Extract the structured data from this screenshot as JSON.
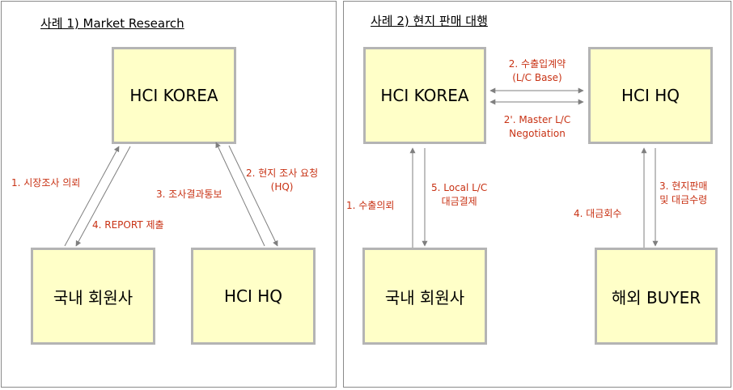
{
  "case1": {
    "title": "사례 1) Market Research",
    "box_hci_korea": "HCI KOREA",
    "box_member": "국내 회원사",
    "box_hci_hq": "HCI HQ",
    "label_request": "1.  시장조사 의뢰",
    "label_report": "4. REPORT 제출",
    "label_notify": "3. 조사결과통보",
    "label_local_survey_1": "2. 현지 조사 요청",
    "label_local_survey_2": "(HQ)"
  },
  "case2": {
    "title": "사례 2) 현지 판매 대행",
    "box_hci_korea": "HCI KOREA",
    "box_hci_hq": "HCI HQ",
    "box_member": "국내 회원사",
    "box_buyer": "해외 BUYER",
    "label_contract_1": "2. 수출입계약",
    "label_contract_2": "(L/C Base)",
    "label_master_1": "2'. Master L/C",
    "label_master_2": "Negotiation",
    "label_export_request": "1.  수출의뢰",
    "label_local_lc_1": "5. Local L/C",
    "label_local_lc_2": "대금결제",
    "label_collection": "4. 대금회수",
    "label_sales_1": "3. 현지판매",
    "label_sales_2": "및 대금수령"
  },
  "colors": {
    "box_fill": "#ffffc8",
    "box_border": "#b4b4b4",
    "label": "#c83214",
    "arrow": "#7f7f7f"
  }
}
